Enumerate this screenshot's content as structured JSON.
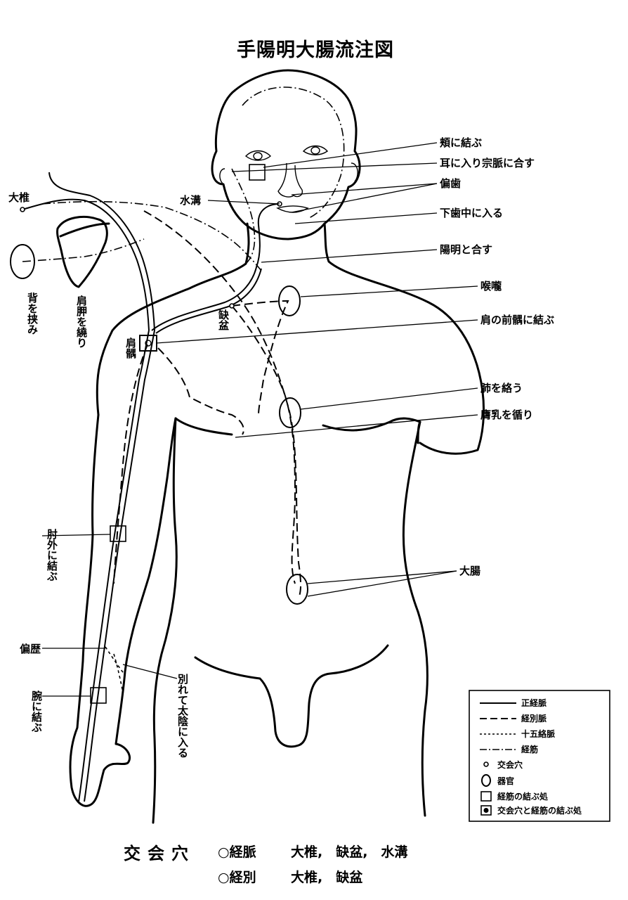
{
  "title": "手陽明大腸流注図",
  "labels_right": [
    "頬に結ぶ",
    "耳に入り宗脈に合す",
    "偏歯",
    "下歯中に入る",
    "陽明と合す",
    "喉嚨",
    "肩の前髃に結ぶ",
    "肺を絡う",
    "膺乳を循り",
    "大腸"
  ],
  "labels_left": {
    "dazhui": "大椎",
    "shuigou": "水溝",
    "quepen": "缺盆",
    "jianyu": "肩髃",
    "jia_bei": "背を挟み",
    "rao_jianjia": "肩胛を繞り",
    "zhouwai": "肘外に結ぶ",
    "pianli": "偏歴",
    "wan": "腕に結ぶ",
    "bie": "別れて太陰に入る"
  },
  "legend": {
    "items": [
      {
        "symbol": "solid",
        "label": "正経脈"
      },
      {
        "symbol": "dash",
        "label": "経別脈"
      },
      {
        "symbol": "dot",
        "label": "十五絡脈"
      },
      {
        "symbol": "dashdot",
        "label": "経筋"
      },
      {
        "symbol": "small-circle",
        "label": "交会穴"
      },
      {
        "symbol": "oval",
        "label": "器官"
      },
      {
        "symbol": "square",
        "label": "経筋の結ぶ処"
      },
      {
        "symbol": "square-circle",
        "label": "交会穴と経筋の結ぶ処"
      }
    ]
  },
  "footer": {
    "heading": "交会穴",
    "rows": [
      {
        "label": "○経脈",
        "values": "大椎,　缺盆,　水溝"
      },
      {
        "label": "○経別",
        "values": "大椎,　缺盆"
      }
    ]
  }
}
